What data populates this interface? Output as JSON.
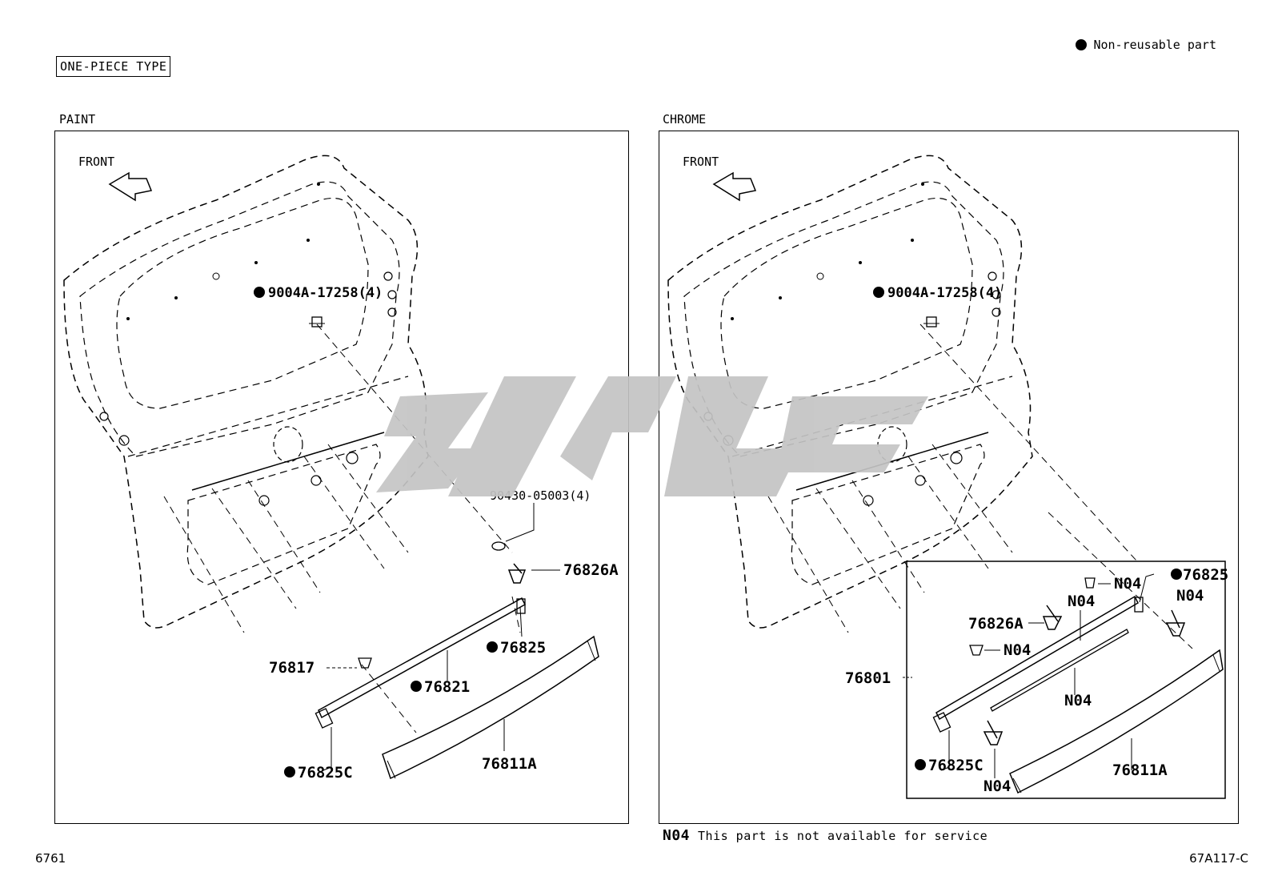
{
  "header": {
    "type_label": "ONE-PIECE TYPE",
    "legend_text": "Non-reusable part"
  },
  "panels": {
    "paint": {
      "title": "PAINT",
      "front": "FRONT",
      "labels": {
        "clip_top": "9004A-17258(4)",
        "nut": "90430-05003(4)",
        "screw": "76826A",
        "end_cap_r": "76825",
        "tape": "76821",
        "clip": "76817",
        "end_cap_l": "76825C",
        "garnish": "76811A"
      }
    },
    "chrome": {
      "title": "CHROME",
      "front": "FRONT",
      "labels": {
        "clip_top": "9004A-17258(4)",
        "n04_a": "N04",
        "end_cap_r": "76825",
        "n04_b": "N04",
        "n04_c": "N04",
        "screw": "76826A",
        "n04_d": "N04",
        "assy": "76801",
        "n04_e": "N04",
        "end_cap_l": "76825C",
        "n04_f": "N04",
        "garnish": "76811A"
      }
    }
  },
  "footer": {
    "note_code": "N04",
    "note_text": "This part is not available for service",
    "left_code": "6761",
    "right_code": "67A117-C"
  },
  "colors": {
    "watermark": "#c4c4c4",
    "ink": "#000000"
  }
}
